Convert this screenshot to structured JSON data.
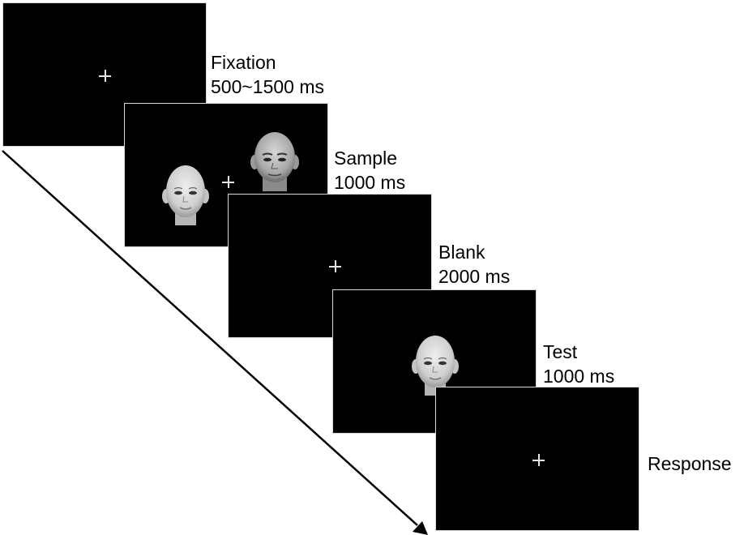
{
  "stages": [
    {
      "name": "Fixation",
      "duration": "500~1500 ms"
    },
    {
      "name": "Sample",
      "duration": "1000 ms"
    },
    {
      "name": "Blank",
      "duration": "2000 ms"
    },
    {
      "name": "Test",
      "duration": "1000 ms"
    },
    {
      "name": "Response",
      "duration": ""
    }
  ],
  "colors": {
    "screen_background": "#000000",
    "fixation_cross": "#e6e6e6",
    "text": "#000000",
    "arrow": "#000000"
  },
  "icons": [
    "fixation-cross-icon",
    "face-stimulus-icon",
    "time-arrow-icon"
  ]
}
